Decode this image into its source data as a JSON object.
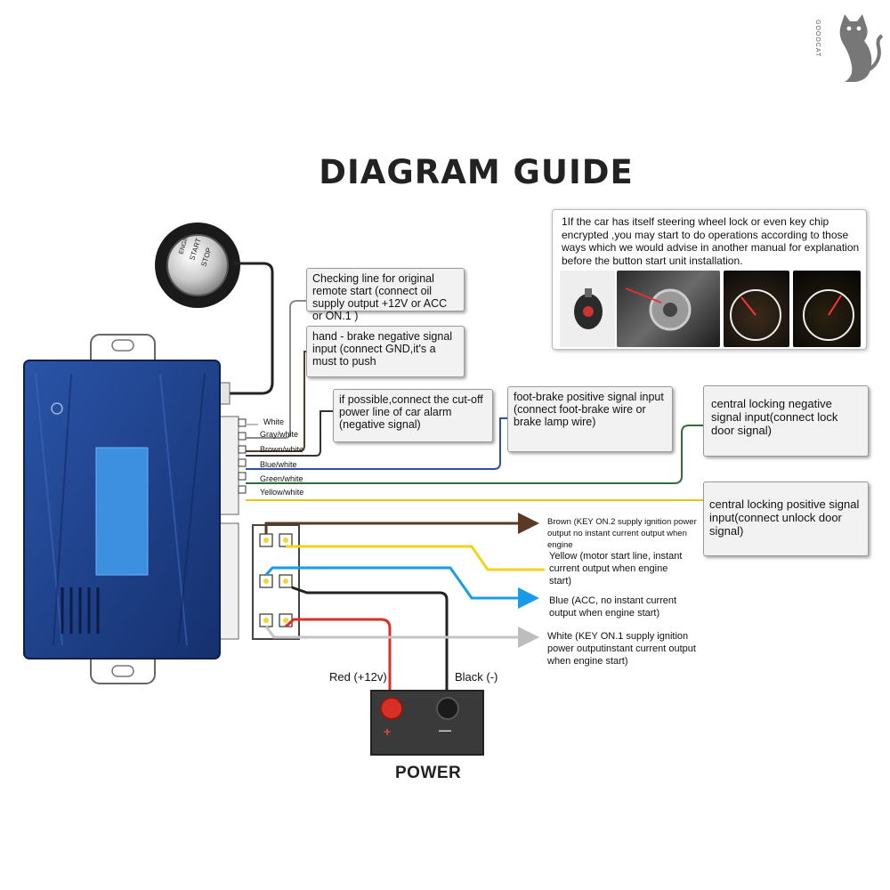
{
  "title": "DIAGRAM GUIDE",
  "note": {
    "text": "1If the car has itself steering wheel lock or even key chip encrypted ,you may start to do operations according to those ways which we would advise in another manual for explanation before the button start unit installation."
  },
  "logo": {
    "text": "GOOOCAT",
    "icon": "cat-icon"
  },
  "button": {
    "lines": [
      "ENGINE",
      "START",
      "STOP"
    ],
    "icon": "engine-start-button-icon"
  },
  "callouts": {
    "checking": "Checking line for original remote start (connect oil supply output +12V or ACC or ON.1 )",
    "handbrake": "hand - brake negative signal input (connect GND,it's a must to push",
    "alarm": "if possible,connect the cut-off power line of car alarm (negative signal)",
    "footbrake": "foot-brake positive signal input (connect foot-brake wire or brake lamp wire)",
    "lock": "central locking negative signal input(connect lock door signal)",
    "unlock": "central locking positive signal input(connect unlock door signal)"
  },
  "wires": [
    "White",
    "Gray/white",
    "Brown/white",
    "Blue/white",
    "Green/white",
    "Yellow/white"
  ],
  "outputs": {
    "brown": "Brown (KEY ON.2 supply ignition power output no instant current output when engine",
    "yellow": "Yellow (motor start line, instant current output when engine start)",
    "blue": "Blue (ACC, no instant current output when engine start)",
    "white": "White (KEY ON.1 supply ignition power outputinstant current output when engine start)"
  },
  "power": {
    "red_label": "Red (+12v)",
    "black_label": "Black (-)",
    "plus": "+",
    "minus": "—",
    "title": "POWER"
  },
  "colors": {
    "module": "#1d3f86",
    "screen": "#3d8fe0",
    "yellow": "#f2d21c",
    "blue": "#1a9be8",
    "red": "#d93025",
    "brown": "#5a3a22",
    "gray": "#c4c4c4"
  }
}
